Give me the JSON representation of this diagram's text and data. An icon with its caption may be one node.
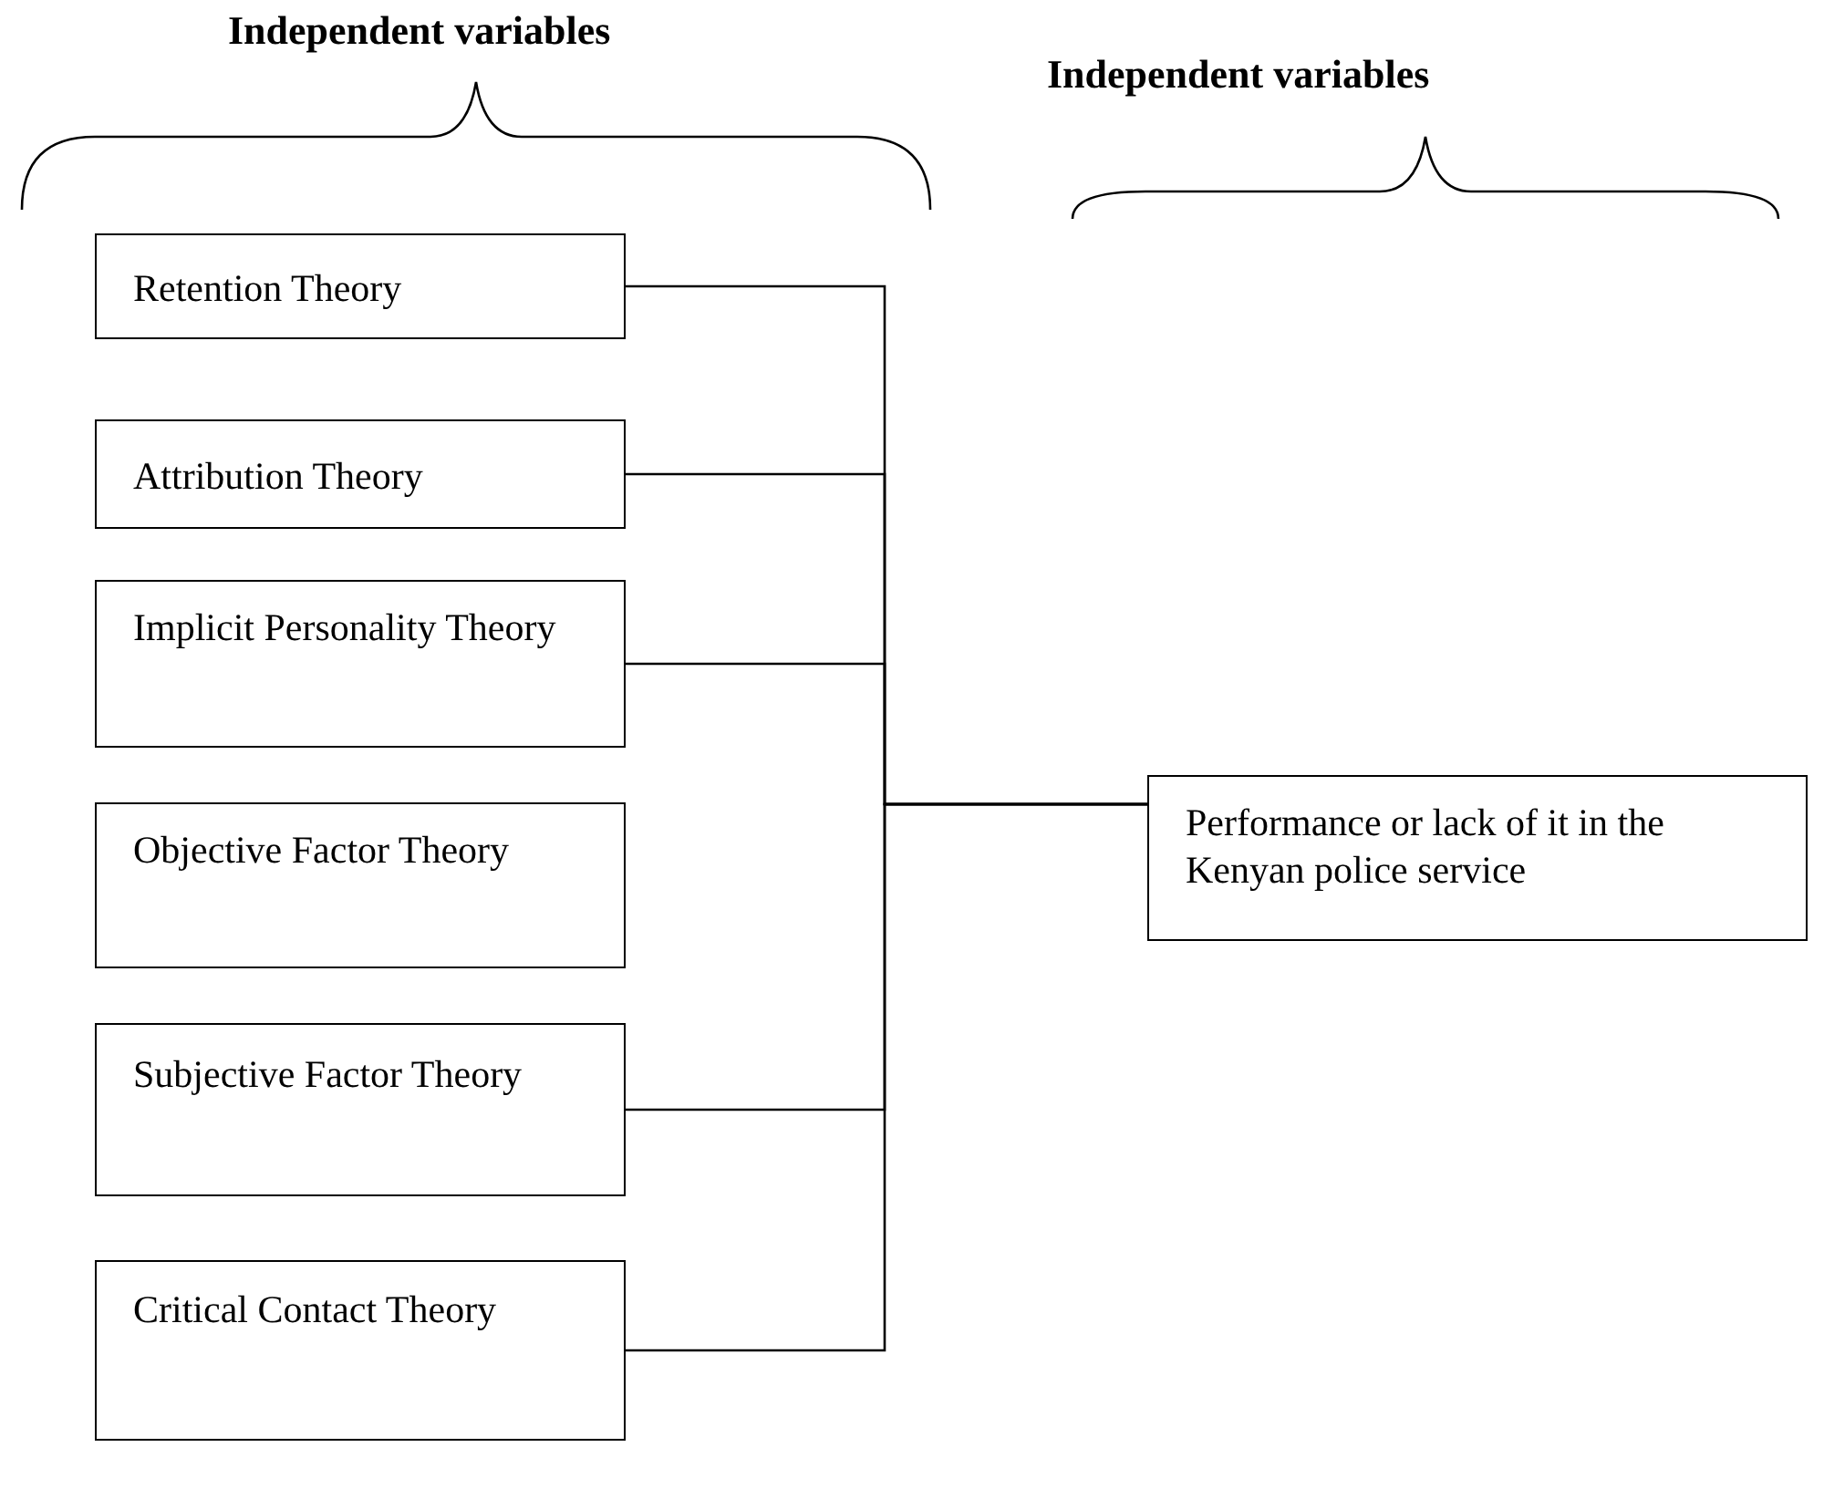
{
  "diagram": {
    "nodes": [
      {
        "text": [
          "Retention Theory"
        ]
      },
      {
        "text": [
          "Attribution Theory"
        ]
      },
      {
        "text": [
          "Implicit Personality Theory"
        ]
      },
      {
        "text": [
          "Objective Factor Theory"
        ]
      },
      {
        "text": [
          "Subjective Factor Theory"
        ]
      },
      {
        "text": [
          "Critical Contact Theory"
        ]
      },
      {
        "text": [
          "Performance or lack of it in the Kenyan police service"
        ]
      }
    ],
    "edges": [
      {
        "from": 0,
        "to": 6,
        "arrow": "none"
      },
      {
        "from": 1,
        "to": 6,
        "arrow": "none"
      },
      {
        "from": 2,
        "to": 6,
        "arrow": "none"
      },
      {
        "from": 4,
        "to": 6,
        "arrow": "none"
      },
      {
        "from": 5,
        "to": 6,
        "arrow": "none"
      }
    ],
    "labels": [
      "Independent variables",
      "Independent variables"
    ]
  }
}
